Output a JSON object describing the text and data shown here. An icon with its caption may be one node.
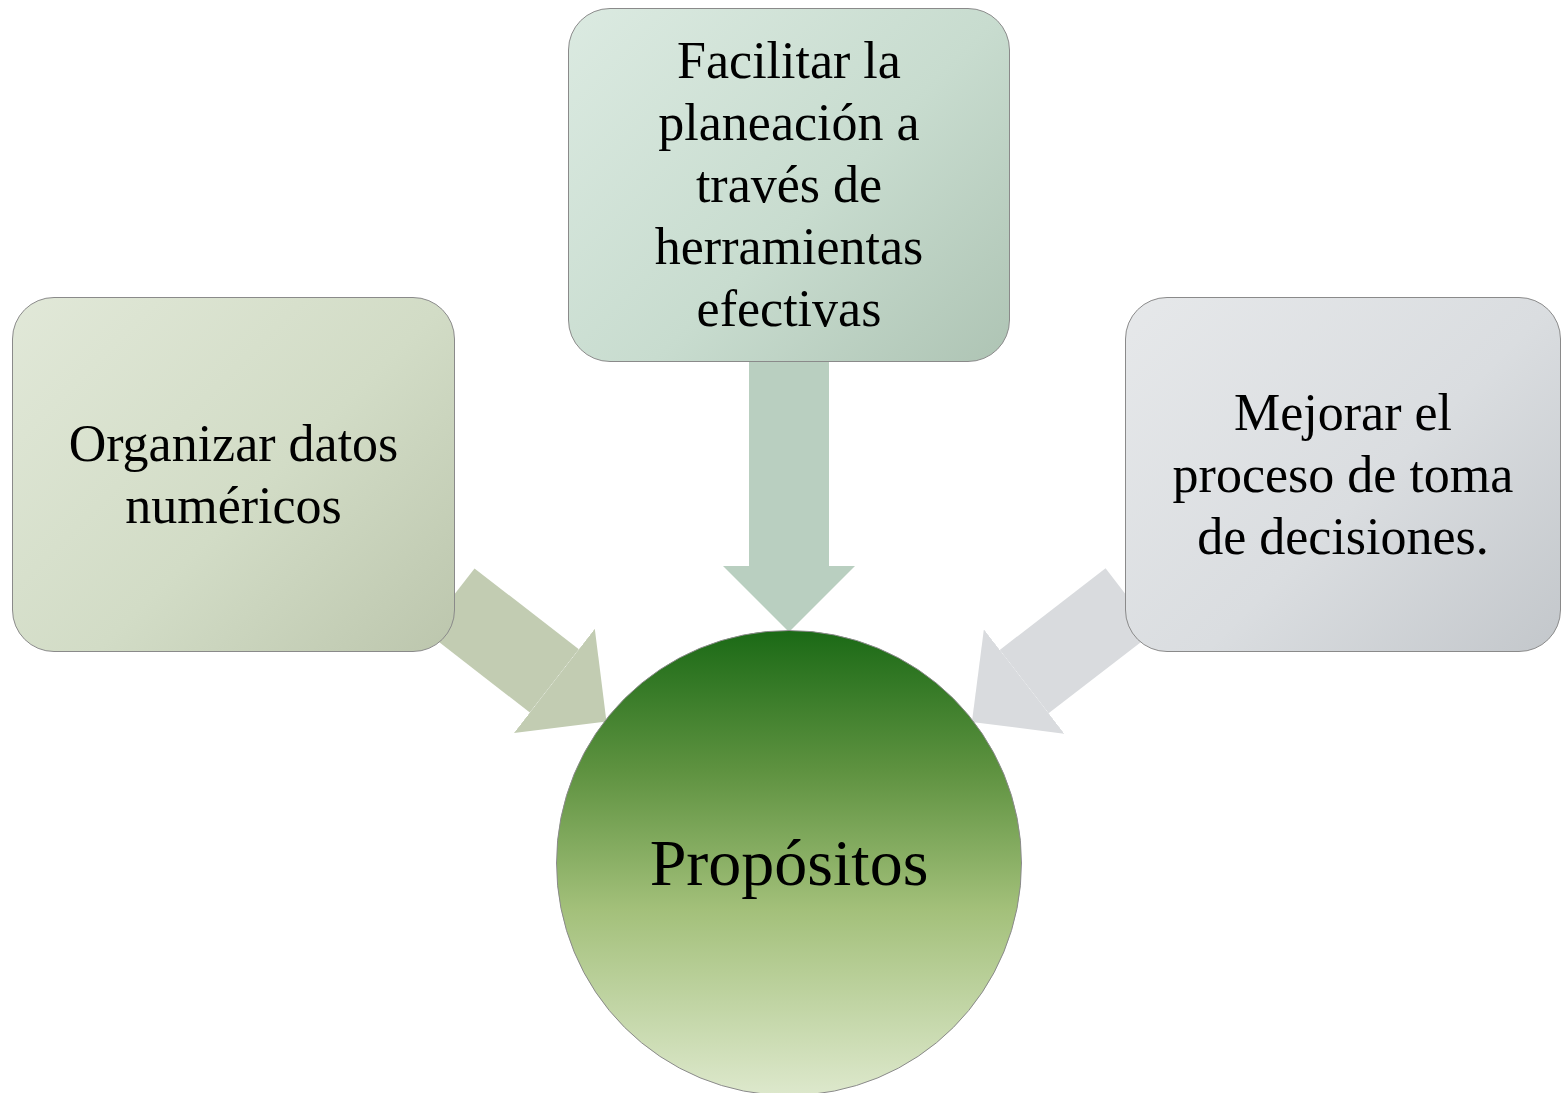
{
  "diagram": {
    "nodes": [
      {
        "text": [
          "Organizar datos numéricos"
        ]
      },
      {
        "text": [
          "Facilitar la planeación a través de herramientas efectivas"
        ]
      },
      {
        "text": [
          "Mejorar el proceso de toma de decisiones."
        ]
      },
      {
        "text": [
          "Propósitos"
        ]
      }
    ],
    "edges": [
      {
        "from": 0,
        "to": 3,
        "arrow": "to",
        "color": "#c2ccb2"
      },
      {
        "from": 1,
        "to": 3,
        "arrow": "to",
        "color": "#b9cfc0"
      },
      {
        "from": 2,
        "to": 3,
        "arrow": "to",
        "color": "#d9dbde"
      }
    ]
  }
}
